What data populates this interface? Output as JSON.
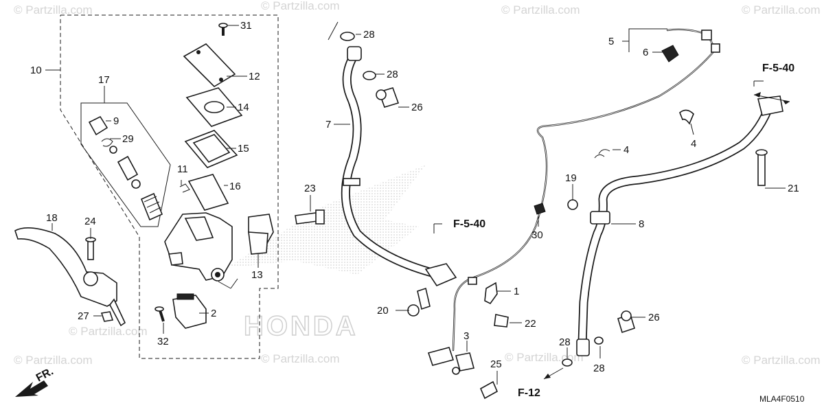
{
  "watermark": {
    "text": "© Partzilla.com",
    "color": "#d4d4d4"
  },
  "brand_mark": "HONDA",
  "diagram_code": "MLA4F0510",
  "front_indicator": "FR.",
  "references": {
    "f540_top": "F-5-40",
    "f540_mid": "F-5-40",
    "f12": "F-12"
  },
  "callouts": [
    {
      "id": "c31",
      "label": "31"
    },
    {
      "id": "c12",
      "label": "12"
    },
    {
      "id": "c14",
      "label": "14"
    },
    {
      "id": "c15",
      "label": "15"
    },
    {
      "id": "c16",
      "label": "16"
    },
    {
      "id": "c11",
      "label": "11"
    },
    {
      "id": "c10",
      "label": "10"
    },
    {
      "id": "c17",
      "label": "17"
    },
    {
      "id": "c9",
      "label": "9"
    },
    {
      "id": "c29",
      "label": "29"
    },
    {
      "id": "c18",
      "label": "18"
    },
    {
      "id": "c24",
      "label": "24"
    },
    {
      "id": "c27",
      "label": "27"
    },
    {
      "id": "c2",
      "label": "2"
    },
    {
      "id": "c32",
      "label": "32"
    },
    {
      "id": "c13",
      "label": "13"
    },
    {
      "id": "c23",
      "label": "23"
    },
    {
      "id": "c28a",
      "label": "28"
    },
    {
      "id": "c28b",
      "label": "28"
    },
    {
      "id": "c26a",
      "label": "26"
    },
    {
      "id": "c7",
      "label": "7"
    },
    {
      "id": "c20",
      "label": "20"
    },
    {
      "id": "c5",
      "label": "5"
    },
    {
      "id": "c6",
      "label": "6"
    },
    {
      "id": "c4a",
      "label": "4"
    },
    {
      "id": "c4b",
      "label": "4"
    },
    {
      "id": "c21",
      "label": "21"
    },
    {
      "id": "c19",
      "label": "19"
    },
    {
      "id": "c30",
      "label": "30"
    },
    {
      "id": "c8",
      "label": "8"
    },
    {
      "id": "c1",
      "label": "1"
    },
    {
      "id": "c22",
      "label": "22"
    },
    {
      "id": "c26b",
      "label": "26"
    },
    {
      "id": "c3",
      "label": "3"
    },
    {
      "id": "c25",
      "label": "25"
    },
    {
      "id": "c28c",
      "label": "28"
    },
    {
      "id": "c28d",
      "label": "28"
    }
  ]
}
